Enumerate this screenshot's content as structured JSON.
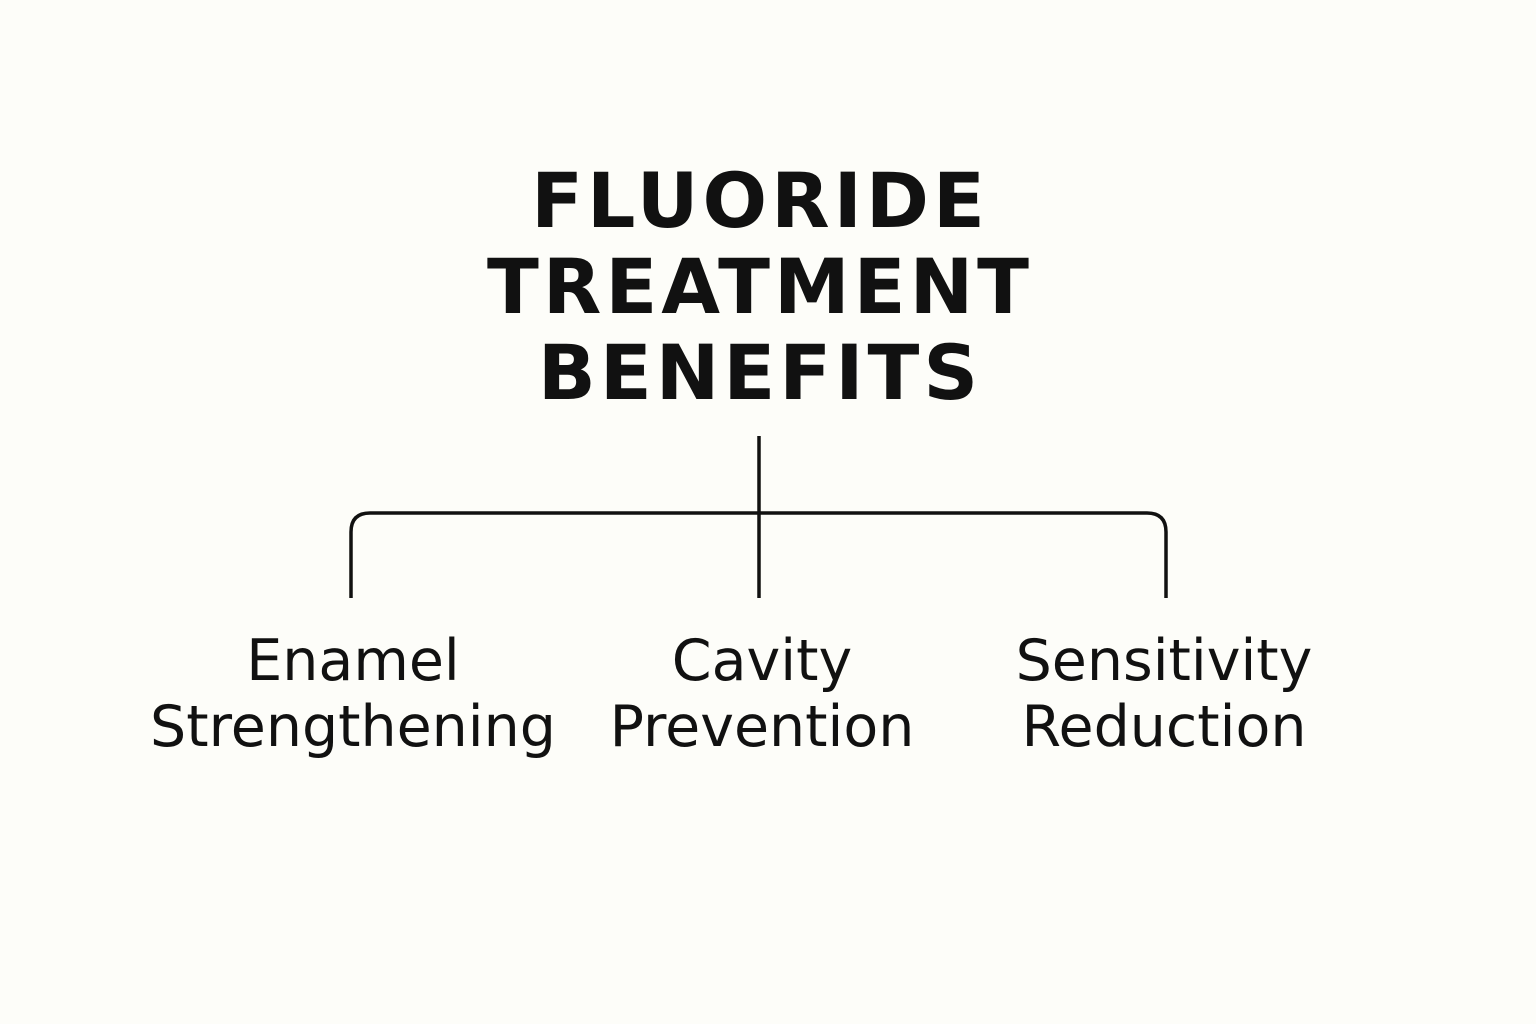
{
  "diagram": {
    "title_lines": [
      "FLUORIDE",
      "TREATMENT",
      "BENEFITS"
    ],
    "children": [
      {
        "lines": [
          "Enamel",
          "Strengthening"
        ]
      },
      {
        "lines": [
          "Cavity",
          "Prevention"
        ]
      },
      {
        "lines": [
          "Sensitivity",
          "Reduction"
        ]
      }
    ]
  },
  "colors": {
    "background": "#fdfdf9",
    "ink": "#111111"
  }
}
